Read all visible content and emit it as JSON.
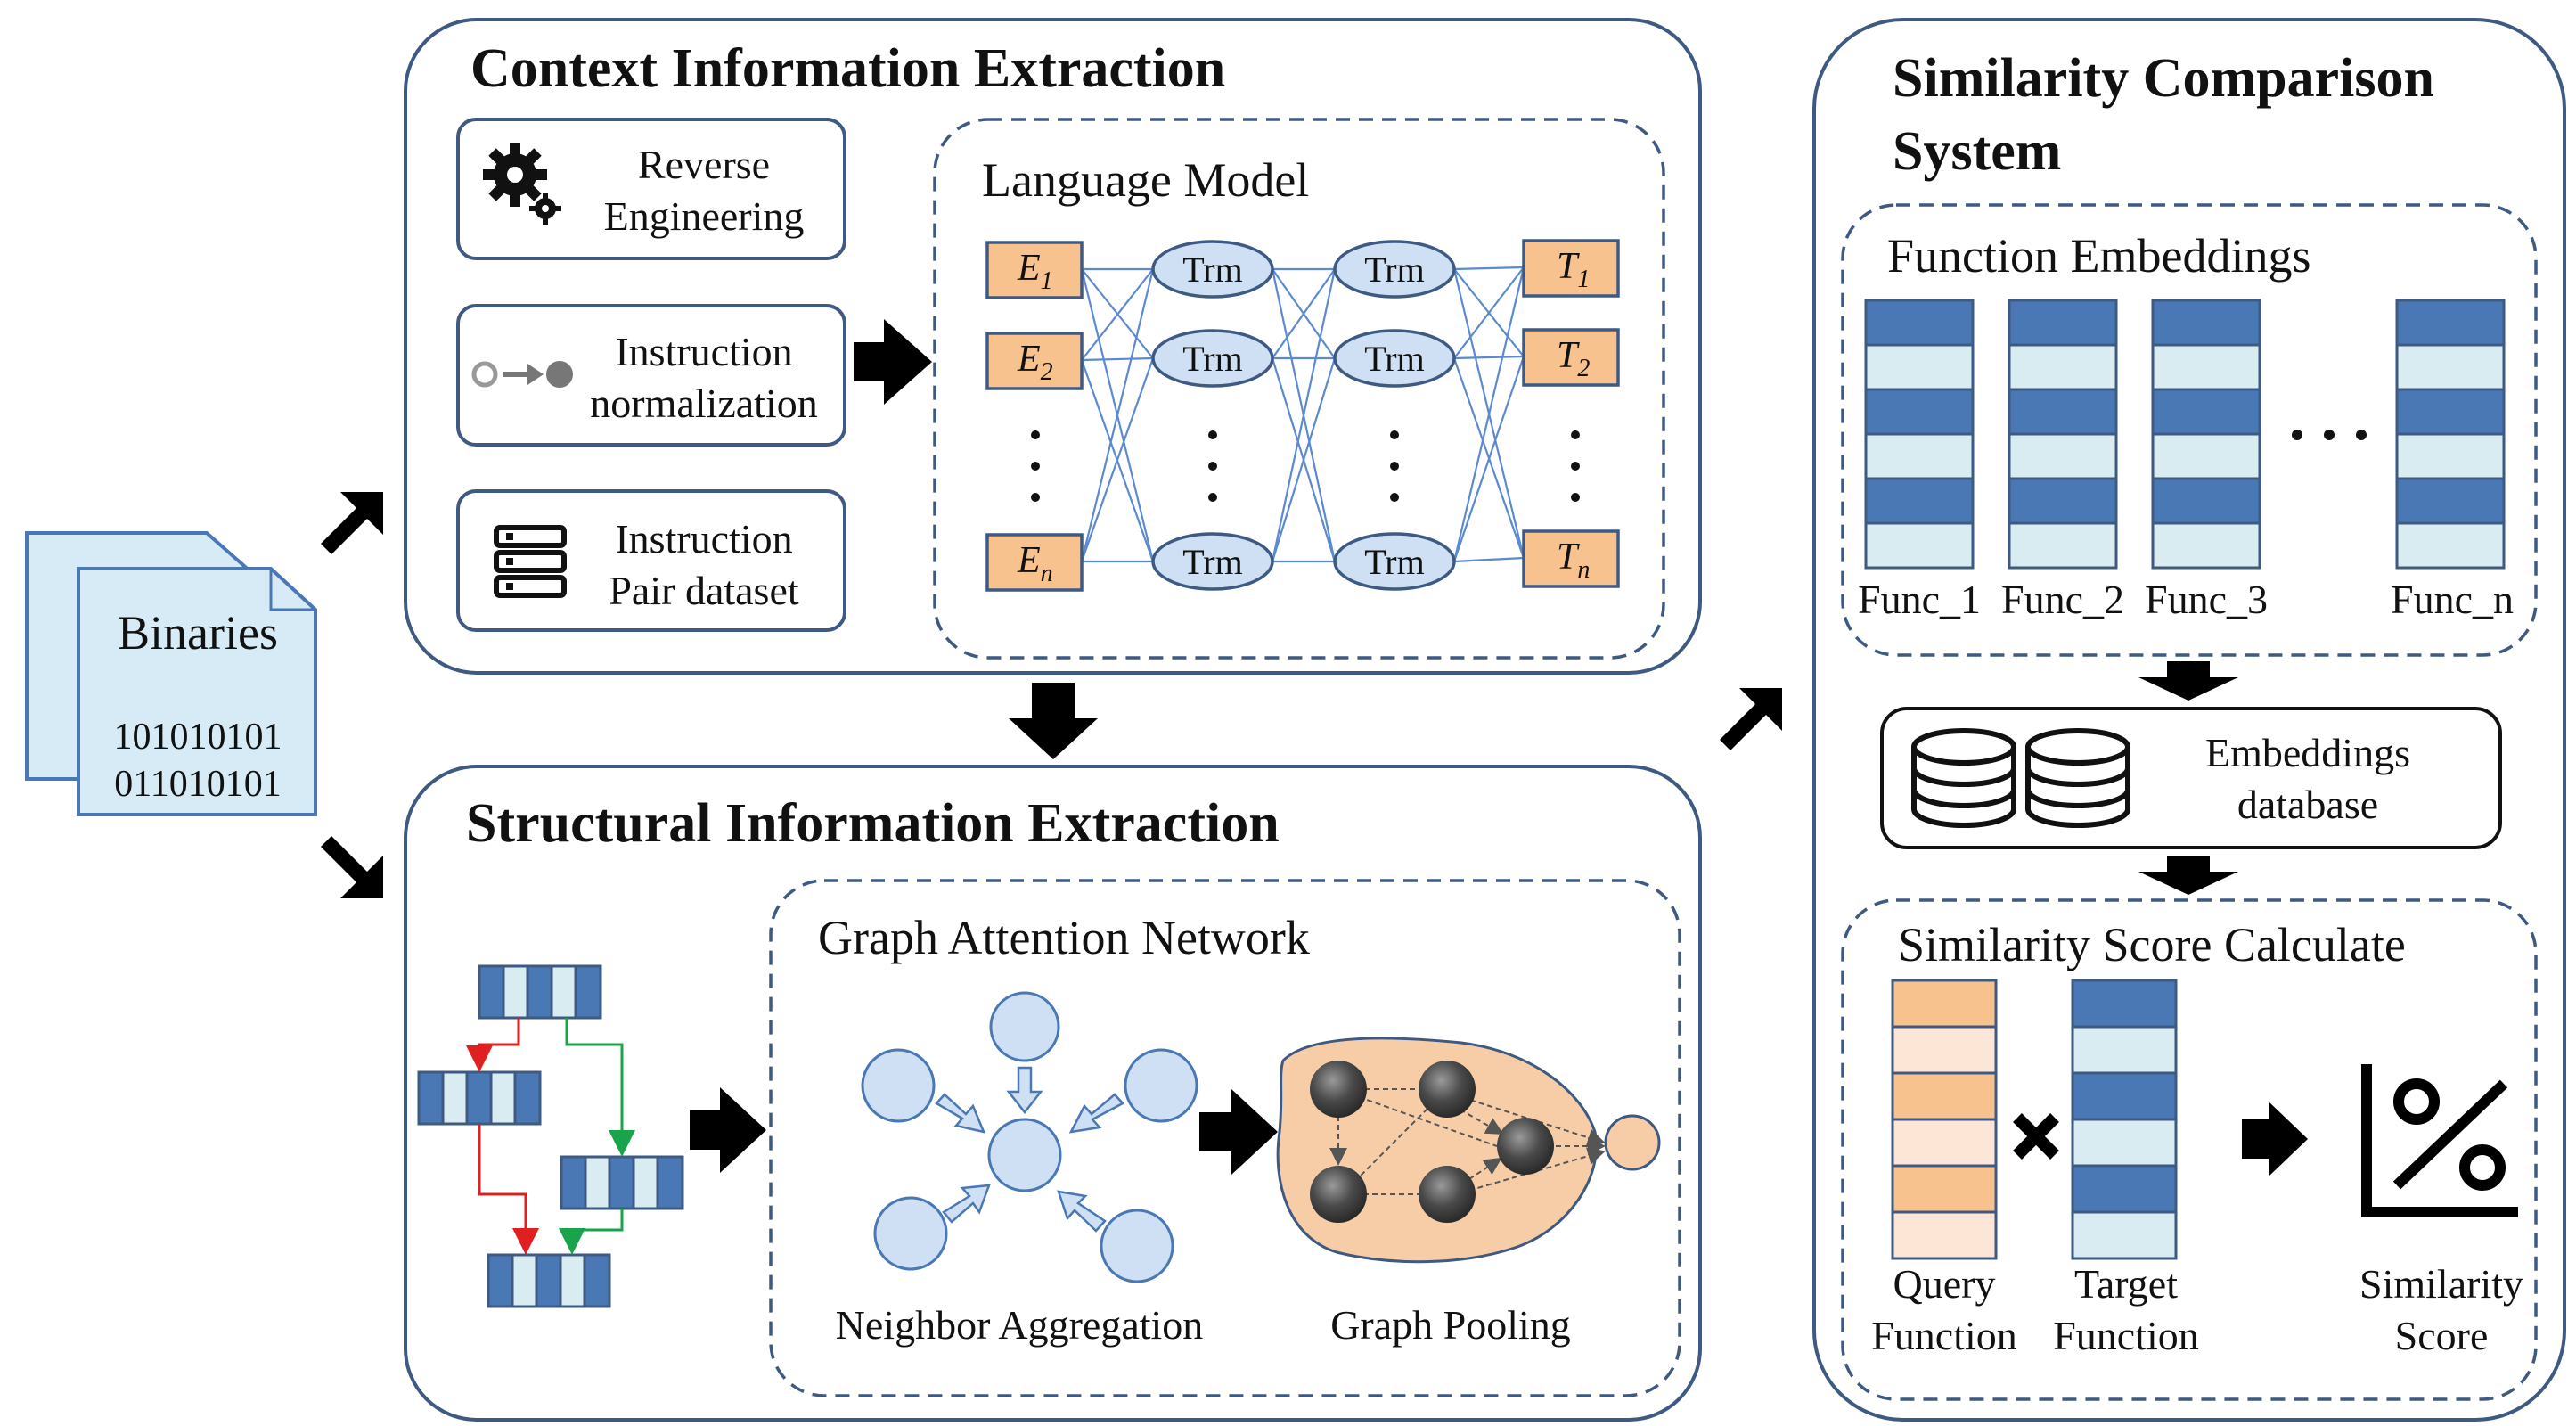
{
  "colors": {
    "panel_border": "#3e5a82",
    "cell_dark": "#4a78b4",
    "cell_light": "#d8ecf2",
    "orange_dark": "#f8c28e",
    "orange_light": "#fde6d6",
    "node_fill": "#cfe0f4",
    "binary_fill": "#d6ebf5",
    "pool_fill": "#f7cda8",
    "red_edge": "#e02020",
    "green_edge": "#19a34a"
  },
  "binaries": {
    "label": "Binaries",
    "line1": "101010101",
    "line2": "011010101"
  },
  "context": {
    "title": "Context Information Extraction",
    "steps": [
      {
        "icon": "gears-icon",
        "line1": "Reverse",
        "line2": "Engineering"
      },
      {
        "icon": "normalize-arrow-icon",
        "line1": "Instruction",
        "line2": "normalization"
      },
      {
        "icon": "server-icon",
        "line1": "Instruction",
        "line2": "Pair dataset"
      }
    ],
    "language_model": {
      "title": "Language Model",
      "inputs": [
        {
          "sym": "E",
          "sub": "1"
        },
        {
          "sym": "E",
          "sub": "2"
        },
        {
          "sym": "E",
          "sub": "n"
        }
      ],
      "outputs": [
        {
          "sym": "T",
          "sub": "1"
        },
        {
          "sym": "T",
          "sub": "2"
        },
        {
          "sym": "T",
          "sub": "n"
        }
      ],
      "node_label": "Trm"
    }
  },
  "structural": {
    "title": "Structural Information Extraction",
    "gat_title": "Graph Attention Network",
    "neighbor_label": "Neighbor Aggregation",
    "pooling_label": "Graph Pooling"
  },
  "similarity": {
    "title_line1": "Similarity Comparison",
    "title_line2": "System",
    "embeddings_title": "Function Embeddings",
    "functions": [
      "Func_1",
      "Func_2",
      "Func_3",
      "Func_n"
    ],
    "database_line1": "Embeddings",
    "database_line2": "database",
    "score_title": "Similarity Score Calculate",
    "query_line1": "Query",
    "query_line2": "Function",
    "target_line1": "Target",
    "target_line2": "Function",
    "score_line1": "Similarity",
    "score_line2": "Score"
  }
}
